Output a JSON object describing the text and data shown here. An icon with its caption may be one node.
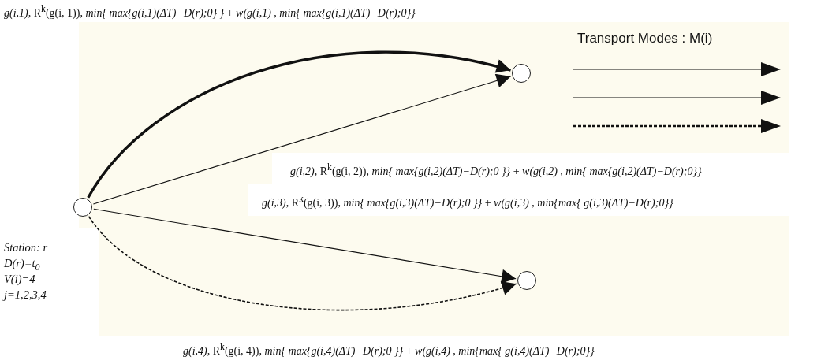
{
  "diagram": {
    "nodes": [
      {
        "text": [],
        "shape": "circle",
        "beside": [
          "Station: r",
          "D(r)=t$_{0}$",
          "V(i)=4",
          "j=1,2,3,4"
        ]
      },
      {
        "text": [],
        "shape": "circle"
      },
      {
        "text": [],
        "shape": "circle"
      }
    ],
    "edges": [
      {
        "from": 0,
        "to": 1,
        "arrow": "to",
        "style": "thick"
      },
      {
        "from": 0,
        "to": 1,
        "arrow": "to"
      },
      {
        "from": 0,
        "to": 2,
        "arrow": "to"
      },
      {
        "from": 0,
        "to": 2,
        "arrow": "to",
        "style": "dashed"
      }
    ],
    "labels": [
      "*g(i,1),* R$^{k}$(g(i, 1)), *min{ max{g(i,1)(ΔT)−D(r);0} }* + *w(g(i,1)* , *min{ max{g(i,1)(ΔT)−D(r);0}}*",
      "Transport Modes : M(i)",
      "*g(i,2),* R$^{k}$(g(i, 2)), *min{ max{g(i,2)(ΔT)−D(r);0 }}* + *w(g(i,2)* , *min{ max{g(i,2)(ΔT)−D(r);0}}*",
      "*g(i,3),* R$^{k}$(g(i, 3)), *min{ max{g(i,3)(ΔT)−D(r);0 }}* + *w(g(i,3)* , *min{max{ g(i,3)(ΔT)−D(r);0}}*",
      "*g(i,4),* R$^{k}$(g(i, 4)), *min{ max{g(i,4)(ΔT)−D(r);0 }}* + *w(g(i,4)* , *min{max{ g(i,4)(ΔT)−D(r);0}}*"
    ]
  }
}
